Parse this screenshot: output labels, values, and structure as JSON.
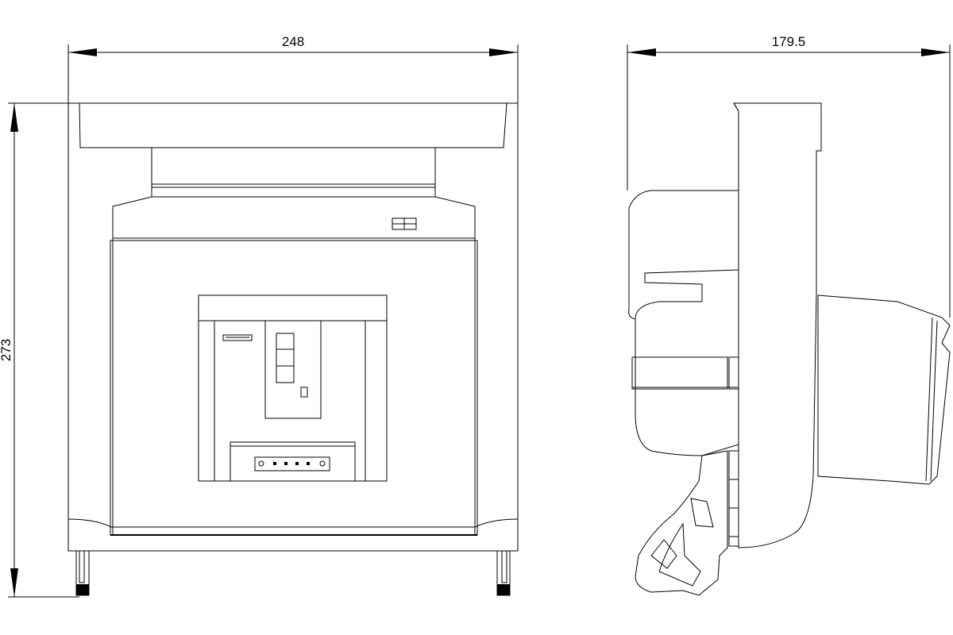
{
  "dimensions": {
    "front_width": "248",
    "front_height": "273",
    "side_depth": "179.5"
  },
  "colors": {
    "line": "#000000",
    "background": "#ffffff"
  }
}
